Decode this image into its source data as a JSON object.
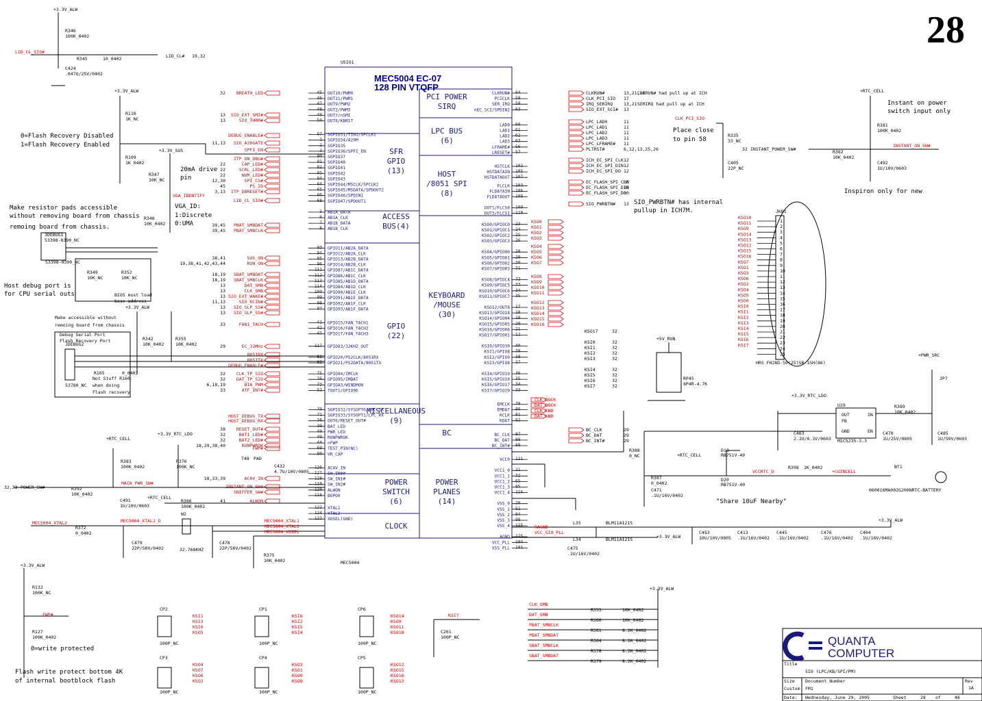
{
  "page_number": "28",
  "chip": {
    "ref": "U5IO1",
    "title1": "MEC5004 EC-07",
    "title2": "128 PIN VTQFP",
    "footer": "MEC5004",
    "sections_left": [
      {
        "name": "SFR\nGPIO\n(13)"
      },
      {
        "name": "ACCESS\nBUS(4)"
      },
      {
        "name": "GPIO\n(22)"
      },
      {
        "name": "MISCELLANEOUS\n(9)"
      },
      {
        "name": "POWER\nSWITCH\n(6)"
      },
      {
        "name": "CLOCK"
      }
    ],
    "sections_right": [
      {
        "name": "PCI POWER\nSIRQ"
      },
      {
        "name": "LPC BUS\n(6)"
      },
      {
        "name": "HOST\n/8051 SPI\n(8)"
      },
      {
        "name": "KEYBOARD\n/MOUSE\n(30)"
      },
      {
        "name": "BC"
      },
      {
        "name": "POWER\nPLANES\n(14)"
      }
    ],
    "left_pins": [
      [
        "OUT10/PWM0",
        "45"
      ],
      [
        "OUT11/PWM1",
        "46"
      ],
      [
        "OUT9/PWM2",
        "47"
      ],
      [
        "OUT2/PWM3",
        "48"
      ],
      [
        "OUT7/nSMI",
        "49"
      ],
      [
        "OUT8/KBRST",
        "50"
      ],
      [
        "SGPIO31/TIN1/SPCLK1",
        "67"
      ],
      [
        "SGPIO34/A20M",
        "1"
      ],
      [
        "SGPIO35",
        "2"
      ],
      [
        "SGPIO36/SPFI_EN",
        "3"
      ],
      [
        "SGPIO37",
        "90"
      ],
      [
        "SGPIO40",
        "91"
      ],
      [
        "SGPIO41",
        "92"
      ],
      [
        "SGPIO42",
        "93"
      ],
      [
        "SGPIO43",
        "94"
      ],
      [
        "SGPIO44/MSCLK/SPCLK2",
        "64"
      ],
      [
        "SGPIO45/MSDATA/SPDOUT2",
        "65"
      ],
      [
        "SGPIO46/SPDIN1",
        "66"
      ],
      [
        "SGPIO47/SPDOUT1",
        "68"
      ],
      [
        "AB1A_DATA",
        "5"
      ],
      [
        "AB1A_CLK",
        "6"
      ],
      [
        "AB1B_DATA",
        "7"
      ],
      [
        "AB1B_CLK",
        "8"
      ],
      [
        "GPIO11/AB2A_DATA",
        "93"
      ],
      [
        "GPIO12/AB2A_CLK",
        "94"
      ],
      [
        "GPIO13/AB2B_DATA",
        "95"
      ],
      [
        "GPIO14/AB2B_CLK",
        "96"
      ],
      [
        "GPIO87/AB1C_DATA",
        "111"
      ],
      [
        "GPIO86/AB1C_CLK",
        "112"
      ],
      [
        "GPIO85/AB1D_DATA",
        "113"
      ],
      [
        "GPIO84/AB1D_CLK",
        "114"
      ],
      [
        "GPIO90/AB1E_CLK",
        "100"
      ],
      [
        "GPIO91/AB1E_DATA",
        "99"
      ],
      [
        "GPIO92/AB1F_CLK",
        "98"
      ],
      [
        "GPIO93/AB1F_DATA",
        "97"
      ],
      [
        "GPIO15/FAN_TACH1",
        "41"
      ],
      [
        "GPIO16/FAN_TACH2",
        "42"
      ],
      [
        "GPIO17/FAN_TACH3",
        "43"
      ],
      [
        "GPIO83/32KHZ_OUT",
        "117"
      ],
      [
        "GPIO20/PS2CLK/8051RX",
        "81"
      ],
      [
        "GPIO21/PS2DATA/8051TX",
        "82"
      ],
      [
        "GPIO94/IMCLK",
        "75"
      ],
      [
        "GPIO95/IMDAT",
        "76"
      ],
      [
        "GPIOA3/WINDMON",
        "73"
      ],
      [
        "TOUT1/GPIO96",
        "52"
      ],
      [
        "SGPIO32/SYSOPT0/LPC_TX",
        "70"
      ],
      [
        "SGPIO33/SYSOPT1/LPC_RX",
        "71"
      ],
      [
        "OUT6/RESET_OUT#",
        "38"
      ],
      [
        "BAT_LED",
        "39"
      ],
      [
        "PWR_LED",
        "40"
      ],
      [
        "RUNPWROK",
        "49"
      ],
      [
        "nFWP",
        "44"
      ],
      [
        "TEST_PIN(NC)",
        "69"
      ],
      [
        "VR_CAP",
        "80"
      ],
      [
        "ACAV_IN",
        "126"
      ],
      [
        "SW_IN0#",
        "127"
      ],
      [
        "SW_IN1#",
        "128"
      ],
      [
        "SW_IN2#",
        "119"
      ],
      [
        "ALWON",
        "120"
      ],
      [
        "BGPO0",
        "118"
      ],
      [
        "XTAL1",
        "122"
      ],
      [
        "XTAL2",
        "124"
      ],
      [
        "XOSEL(GND)",
        "123"
      ]
    ],
    "right_pins": [
      [
        "CLKRUN#",
        "64"
      ],
      [
        "PCICLK",
        "58"
      ],
      [
        "SER_IRQ",
        "59"
      ],
      [
        "nEC_SCI/SPDIN2",
        "63"
      ],
      [
        "LAD0",
        "60"
      ],
      [
        "LAD1",
        "61"
      ],
      [
        "LAD2",
        "62"
      ],
      [
        "LAD3",
        "63"
      ],
      [
        "LFRAME#",
        "56"
      ],
      [
        "LRESET#",
        "57"
      ],
      [
        "HSTCLK",
        "102"
      ],
      [
        "HSTDATAIN",
        "105"
      ],
      [
        "HSTDATAOUT",
        "107"
      ],
      [
        "FLCLK",
        "103"
      ],
      [
        "FLDATAIN",
        "106"
      ],
      [
        "FLDATAOUT",
        "108"
      ],
      [
        "OUT1/FLCS0",
        "109"
      ],
      [
        "OUT3/FLCS1",
        "110"
      ],
      [
        "KSO0/GPIOC0",
        "23"
      ],
      [
        "KSO1/GPIOC1",
        "24"
      ],
      [
        "KSO2/GPIOC2",
        "25"
      ],
      [
        "KSO3/GPIOC3",
        "26"
      ],
      [
        "KSO4/GPIO00",
        "28"
      ],
      [
        "KSO5/GPIO01",
        "29"
      ],
      [
        "KSO6/GPIO02",
        "30"
      ],
      [
        "KSO7/GPIO03",
        "31"
      ],
      [
        "KSO8/GPIOC4",
        "32"
      ],
      [
        "KSO9/GPIOC5",
        "33"
      ],
      [
        "KSO10/GPIOC6",
        "34"
      ],
      [
        "KSO11/GPIOC7",
        "35"
      ],
      [
        "KSO12/OUT8",
        "17"
      ],
      [
        "KSO13/GPIO18",
        "18"
      ],
      [
        "KSO14/GPIO04",
        "19"
      ],
      [
        "KSO15/GPIO05",
        "20"
      ],
      [
        "KSO16/GPIO06",
        "21"
      ],
      [
        "KSO17/GPIO01",
        "12"
      ],
      [
        "KSI0/GPIO30",
        "40"
      ],
      [
        "KSI1/GPIO8",
        "39"
      ],
      [
        "KSI2/GPIO9",
        "38"
      ],
      [
        "KSI3/GPIO8",
        "37"
      ],
      [
        "KSI4/GPIO19",
        "36"
      ],
      [
        "KSI5/GPIO10",
        "35"
      ],
      [
        "KSI6/GPIO17",
        "34"
      ],
      [
        "KSI7/GPIO29",
        "33"
      ],
      [
        "EMCLK",
        "79"
      ],
      [
        "EMDAT",
        "80"
      ],
      [
        "KCLK",
        "81"
      ],
      [
        "KDAT",
        "82"
      ],
      [
        "BC_CLK",
        "87"
      ],
      [
        "BC_DAT",
        "88"
      ],
      [
        "BC_INT#",
        "89"
      ],
      [
        "VCC0",
        "121"
      ],
      [
        "VCC1_0",
        "21"
      ],
      [
        "VCC1_1",
        "32"
      ],
      [
        "VCC1_2",
        "65"
      ],
      [
        "VCC1_3",
        "85"
      ],
      [
        "VCC1_4",
        "116"
      ],
      [
        "VSS_0",
        "20"
      ],
      [
        "VSS_1",
        "51"
      ],
      [
        "VSS_2",
        "84"
      ],
      [
        "VSS_3",
        "98"
      ],
      [
        "VSS_4",
        "115"
      ],
      [
        "AGND",
        "125"
      ],
      [
        "VCC_PLL",
        "104"
      ],
      [
        "VSS_PLL",
        "101"
      ]
    ]
  },
  "left_nets": [
    {
      "num": "32",
      "name": "BREATH_LED"
    },
    {
      "num": "13",
      "name": "SIO_EXT_SMI#"
    },
    {
      "num": "13",
      "name": "SIO_THRM#"
    },
    {
      "num": "",
      "name": "DEBUG_ENABLE#"
    },
    {
      "num": "11,13",
      "name": "SIO_A20GATE"
    },
    {
      "num": "",
      "name": "SPFI_EN"
    },
    {
      "num": "",
      "name": "ITP_ON_DBG#"
    },
    {
      "num": "22",
      "name": "CAP_LED#"
    },
    {
      "num": "22",
      "name": "SCRL_LED#"
    },
    {
      "num": "22",
      "name": "NUM_LED#"
    },
    {
      "num": "12,30",
      "name": "SPI_CS#"
    },
    {
      "num": "45",
      "name": "PS_ID"
    },
    {
      "num": "3,13",
      "name": "ITP_DBRESET#"
    },
    {
      "num": "",
      "name": "LID_CL_SIO#"
    },
    {
      "num": "39,45",
      "name": "PBAT_SMBDAT"
    },
    {
      "num": "39,45",
      "name": "PBAT_SMBCLK"
    },
    {
      "num": "38,41",
      "name": "SUS_ON"
    },
    {
      "num": "19,38,41,42,43,44",
      "name": "RUN_ON"
    },
    {
      "num": "18,19",
      "name": "SBAT_SMBDAT"
    },
    {
      "num": "18,19",
      "name": "SBAT_SMBCLK"
    },
    {
      "num": "13",
      "name": "DAT_SMB"
    },
    {
      "num": "13",
      "name": "CLK_SMB"
    },
    {
      "num": "13",
      "name": "SIO_EXT_WAKE#"
    },
    {
      "num": "11,13",
      "name": "SIO_RCIN#"
    },
    {
      "num": "13",
      "name": "SIO_SLP_S3#"
    },
    {
      "num": "13",
      "name": "SIO_SLP_S5#"
    },
    {
      "num": "33",
      "name": "FAN1_TACH"
    },
    {
      "num": "29",
      "name": "EC_32MHz"
    },
    {
      "num": "",
      "name": "8051RX"
    },
    {
      "num": "",
      "name": "8051TX"
    },
    {
      "num": "",
      "name": "DEBUG_ENABLE#"
    },
    {
      "num": "32",
      "name": "CLK_TP_SIO"
    },
    {
      "num": "32",
      "name": "DAT_TP_SIO"
    },
    {
      "num": "6,18,19",
      "name": "BIA_PWM"
    },
    {
      "num": "33",
      "name": "ATF_INT#"
    },
    {
      "num": "",
      "name": "HOST_DEBUG_TX"
    },
    {
      "num": "",
      "name": "HOST_DEBUG_RX"
    },
    {
      "num": "38",
      "name": "RESET_OUT#"
    },
    {
      "num": "32",
      "name": "BAT1_LED#"
    },
    {
      "num": "32",
      "name": "BAT2_LED#"
    },
    {
      "num": "18,29,38,40",
      "name": "RUNPWROK"
    },
    {
      "num": "",
      "name": "FWP#"
    },
    {
      "num": "18,33,39",
      "name": "ACAV_IN"
    },
    {
      "num": "",
      "name": "INSTANT_ON_SW#"
    },
    {
      "num": "",
      "name": "SNIFFER_SW#"
    },
    {
      "num": "41",
      "name": "ALWON"
    }
  ],
  "right_nets": [
    {
      "name": "CLKRUN#",
      "num": "13,21,36",
      "note": "CLKRUN# had pull up at ICH"
    },
    {
      "name": "CLK_PCI_SIO",
      "num": "17",
      "note": ""
    },
    {
      "name": "IRQ_SERIRQ",
      "num": "13,21",
      "note": "SERIRQ had pull up at ICH"
    },
    {
      "name": "SIO_EXT_SCI#",
      "num": "13",
      "note": ""
    },
    {
      "name": "LPC_LAD0",
      "num": "11"
    },
    {
      "name": "LPC_LAD1",
      "num": "11"
    },
    {
      "name": "LPC_LAD2",
      "num": "11"
    },
    {
      "name": "LPC_LAD3",
      "num": "11"
    },
    {
      "name": "LPC_LFRAME#",
      "num": "11"
    },
    {
      "name": "PLTRST#",
      "num": "6,12,13,25,26"
    },
    {
      "name": "ICH_EC_SPI_CLK",
      "num": "12"
    },
    {
      "name": "ICH_EC_SPI_DIN",
      "num": "12"
    },
    {
      "name": "ICH_EC_SPI_DO",
      "num": "12"
    },
    {
      "name": "EC_FLASH_SPI_CLK",
      "num": "30"
    },
    {
      "name": "EC_FLASH_SPI_DIN",
      "num": "30"
    },
    {
      "name": "EC_FLASH_SPI_DO",
      "num": "30"
    },
    {
      "name": "SIO_PWRBTN#",
      "num": "13"
    },
    {
      "name": "BC_CLK",
      "num": "29"
    },
    {
      "name": "BC_DAT",
      "num": "29"
    },
    {
      "name": "BC_INT#",
      "num": "29"
    }
  ],
  "kb_nets": {
    "kso": [
      "KSO0",
      "KSO1",
      "KSO2",
      "KSO3",
      "KSO4",
      "KSO5",
      "KSO6",
      "KSO7",
      "KSO8",
      "KSO9",
      "KSO10",
      "KSO11",
      "KSO12",
      "KSO13",
      "KSO14",
      "KSO15",
      "KSO16"
    ],
    "kso17": "KSO17",
    "kso17_num": "32",
    "ksi": [
      "KSI0",
      "KSI1",
      "KSI2",
      "KSI3",
      "KSI4",
      "KSI5",
      "KSI6",
      "KSI7"
    ],
    "ksi_num": "32",
    "ps2": [
      "CLK_DOCK",
      "DAT_DOCK",
      "CLK_KBD",
      "DAT_KBD"
    ]
  },
  "jkb1": {
    "ref": "JKB1",
    "part": "HRS FH28D-50(25)SB-1SH(86)",
    "nets": [
      "KSO10",
      "KSO11",
      "KSO9",
      "KSO14",
      "KSO13",
      "KSO12",
      "KSO15",
      "KSO16",
      "KSO7",
      "KSO1",
      "KSO3",
      "KSO6",
      "KSO2",
      "KSO4",
      "KSO5",
      "KSO0",
      "KSI0",
      "KSI1",
      "KSI2",
      "KSI3",
      "KSI4",
      "KSI5",
      "KSI6",
      "KSI7"
    ],
    "pins": [
      "1",
      "2",
      "3",
      "4",
      "5",
      "6",
      "7",
      "8",
      "9",
      "10",
      "11",
      "12",
      "13",
      "14",
      "15",
      "16",
      "17",
      "18",
      "19",
      "20",
      "21",
      "22",
      "23",
      "24",
      "25"
    ]
  },
  "notes": {
    "flash_recovery_0": "0=Flash Recovery Disabled",
    "flash_recovery_1": "1=Flash Recovery Enabled",
    "drive": "20mA drive",
    "drive_pin": "pin",
    "vga_id": "VGA_ID:",
    "vga_1": "1:Discrete",
    "vga_0": "0:UMA",
    "pads1": "Make resistor pads accessible",
    "pads2": "without removing board from chassis",
    "pads3": "remoing board from chassis.",
    "hostdebug1": "Host debug port is",
    "hostdebug2": "for CPU serial outs",
    "bios1": "BIOS must load",
    "bios2": "base address",
    "debug1": "Make accessible without",
    "debug2": "remoing board from chassis",
    "dbgport1": "Debug Serial Port",
    "dbgport2": "Flash Recovery Port",
    "notstuff1": "Not Stuff R160",
    "notstuff2": "when doing",
    "notstuff3": "Flash recovery",
    "place1": "Place close",
    "place2": "to pin 58",
    "instant1": "Instant on power",
    "instant2": "switch input only",
    "inspiron": "Inspiron only for new",
    "pwrbtn1": "SIO_PWRBTN# has internal",
    "pwrbtn2": "pullup in ICH7M.",
    "share": "\"Share 10uF Nearby\"",
    "wp": "0=write protected",
    "flashwp1": "Flash write protect bottom 4K",
    "flashwp2": "of internal bootblock flash"
  },
  "components": {
    "r346": [
      "R346",
      "100K_0402"
    ],
    "r345": [
      "R345",
      "10_0402"
    ],
    "c424": [
      "C424",
      ".047U/25V/0402"
    ],
    "lid": [
      "LID_CL_SIO#",
      "LID_CL#",
      "19,32"
    ],
    "r110": [
      "R110",
      "1K_NC"
    ],
    "r109": [
      "R109",
      "1K_0402"
    ],
    "r347": [
      "R347",
      "10K_NC"
    ],
    "r348": [
      "R348",
      "10K_0402"
    ],
    "vga": "VGA_IDENTIFY",
    "jdebug1": [
      "JDEBUG1",
      "53398-0390_NC"
    ],
    "r349": [
      "R349",
      "10K_NC"
    ],
    "r352": [
      "R352",
      "10K_NC"
    ],
    "r342": [
      "R342",
      "10K_0402"
    ],
    "r355": [
      "R355",
      "10K_0402"
    ],
    "jdebug2": [
      "JDEBUG2",
      "53780_NC"
    ],
    "r165": [
      "R165",
      "0_0402"
    ],
    "r383": [
      "R383",
      "100K_0402"
    ],
    "r376": [
      "R376",
      "100K_NC"
    ],
    "r392": [
      "R392",
      "10K_0402"
    ],
    "r386": [
      "R386",
      "100K_0402"
    ],
    "c491": [
      "C491",
      "1U/10V/0603"
    ],
    "c432": [
      "C432",
      "4.7U/10V/0805"
    ],
    "t48": "T48",
    "pad": "PAD",
    "r372": [
      "R372",
      "0_0402"
    ],
    "w2": [
      "W2",
      "32.768KHZ"
    ],
    "c479": [
      "C479",
      "22P/50V/0402"
    ],
    "c478": [
      "C478",
      "22P/50V/0402"
    ],
    "r375": [
      "R375",
      "10K_0402"
    ],
    "xtal_nets": [
      "MEC5004_XTAL2",
      "MEC5004_XTAL2_D",
      "MEC5004_XTAL1",
      "MEC5004_XTAL2",
      "MEC5004_XOSEL"
    ],
    "power_sw": [
      "32,33",
      "POWER_SW#"
    ],
    "main_pwr": "MAIN_PWR_SW#",
    "r132": [
      "R132",
      "100K_NC"
    ],
    "r127": [
      "R127",
      "100K_0402"
    ],
    "fwp": "FWP#",
    "r335": [
      "R335",
      "33_NC"
    ],
    "c405": [
      "C405",
      "22P_NC"
    ],
    "clk_pci_sio": "CLK_PCI_SIO",
    "r381": [
      "R381",
      "100K_0402"
    ],
    "r382": [
      "R382",
      "10K_0402"
    ],
    "c492": [
      "C492",
      "1U/10V/0603"
    ],
    "instant_sw": [
      "32",
      "INSTANT_POWER_SW#",
      "INSTANT_ON_SW#"
    ],
    "rp45": [
      "RP45",
      "8P4R-4.7K"
    ],
    "u29": [
      "U29",
      "MIC5235-3.3"
    ],
    "u29_pins": [
      "OUT",
      "IN",
      "FB",
      "GND",
      "EN"
    ],
    "r389": [
      "R389",
      "10K_0402"
    ],
    "jp7": "JP7",
    "c463": [
      "C463",
      "2.2U/6.3V/0603"
    ],
    "c470": [
      "C470",
      "1U/25V/0805"
    ],
    "c485": [
      "C485",
      "1U/50V/0603"
    ],
    "r388": [
      "R388",
      "0_NC"
    ],
    "r387": [
      "R387",
      "0_0402"
    ],
    "c471": [
      "C471",
      ".1U/16V/0402"
    ],
    "d18": [
      "D18",
      "RB751V-40"
    ],
    "d20": [
      "D20",
      "RB751V-40"
    ],
    "vccrtc": "VCCRTC_D",
    "r398": [
      "R398",
      "1K_0402"
    ],
    "coincell": "+COINCELL",
    "bt1": [
      "BT1",
      "060016MA002G200NRTC-BATTERY"
    ],
    "l35": [
      "L35",
      "BLM11A121S"
    ],
    "l34": [
      "L34",
      "BLM11A121S"
    ],
    "ragnd": "RAGND",
    "vcc_sio_pll": "VCC_SIO_PLL",
    "c475": [
      "C475",
      ".1U/16V/0402"
    ],
    "caps_bot": [
      [
        "C453",
        "10U/10V/0805"
      ],
      [
        "C413",
        ".1U/16V/0402"
      ],
      [
        "C445",
        ".1U/16V/0402"
      ],
      [
        "C476",
        ".1U/16V/0402"
      ],
      [
        "C404",
        ".1U/16V/0402"
      ]
    ],
    "smb_nets": [
      "CLK_SMB",
      "DAT_SMB",
      "PBAT_SMBCLK",
      "PBAT_SMBDAT",
      "SBAT_SMBCLK",
      "SBAT_SMBDAT"
    ],
    "smb_res": [
      [
        "R355",
        "10K_0402"
      ],
      [
        "R360",
        "10K_0402"
      ],
      [
        "R361",
        "8.2K_0402"
      ],
      [
        "R364",
        "8.2K_0402"
      ],
      [
        "R378",
        "8.2K_0402"
      ],
      [
        "R379",
        "8.2K_0402"
      ]
    ],
    "c261": [
      "C261",
      "100P_NC"
    ],
    "ksi7": "KSI7",
    "cp": [
      {
        "ref": "CP2",
        "val": "100P_NC",
        "nets": [
          "KSI1",
          "KSI3",
          "KSI0",
          "KSO5"
        ]
      },
      {
        "ref": "CP1",
        "val": "100P_NC",
        "nets": [
          "KSI6",
          "KSI2",
          "KSI5",
          "KSI4"
        ]
      },
      {
        "ref": "CP6",
        "val": "100P_NC",
        "nets": [
          "KSO14",
          "KSO9",
          "KSO11",
          "KSO10"
        ]
      },
      {
        "ref": "CP3",
        "val": "100P_NC",
        "nets": [
          "KSO4",
          "KSO7",
          "KSO6",
          "KSO2"
        ]
      },
      {
        "ref": "CP4",
        "val": "100P_NC",
        "nets": [
          "KSO3",
          "KSO1",
          "KSO0",
          "KSO8"
        ]
      },
      {
        "ref": "CP5",
        "val": "100P_NC",
        "nets": [
          "KSO12",
          "KSO15",
          "KSO16",
          "KSO13"
        ]
      }
    ]
  },
  "rails": {
    "v33_alw": "+3.3V_ALW",
    "v33_sus": "+3.3V_SUS",
    "rtc_cell": "+RTC_CELL",
    "v33_rtc_ldo": "+3.3V_RTC_LDO",
    "v5_run": "+5V_RUN",
    "pwr_src": "+PWR_SRC"
  },
  "title_block": {
    "company1": "QUANTA",
    "company2": "COMPUTER",
    "title_label": "Title",
    "title": "SIO (LPC/KB/SPI/PM)",
    "size_label": "Size",
    "size": "Custom",
    "doc_label": "Document Number",
    "doc": "FM1",
    "rev_label": "Rev",
    "rev": "1A",
    "date_label": "Date:",
    "date": "Wednesday, June 29, 2005",
    "sheet_label": "Sheet",
    "sheet": "28",
    "of_label": "of",
    "of": "48"
  }
}
